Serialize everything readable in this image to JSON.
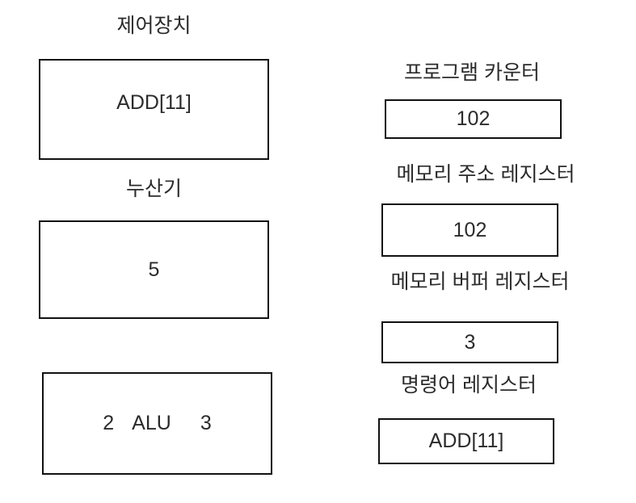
{
  "diagram": {
    "title_text": "",
    "background_color": "#ffffff",
    "line_color": "#111111",
    "text_color": "#2b2b2b"
  },
  "left_column": {
    "control_unit": {
      "label": "제어장치",
      "value": "ADD[11]"
    },
    "accumulator": {
      "label": "누산기",
      "value": "5"
    },
    "alu": {
      "label": "",
      "left_operand": "2",
      "name": "ALU",
      "right_operand": "3"
    }
  },
  "right_column": {
    "program_counter": {
      "label": "프로그램 카운터",
      "value": "102"
    },
    "memory_address_register": {
      "label": "메모리 주소 레지스터",
      "value": "102"
    },
    "memory_buffer_register": {
      "label": "메모리 버퍼 레지스터",
      "value": "3"
    },
    "instruction_register": {
      "label": "명령어 레지스터",
      "value": "ADD[11]"
    }
  }
}
